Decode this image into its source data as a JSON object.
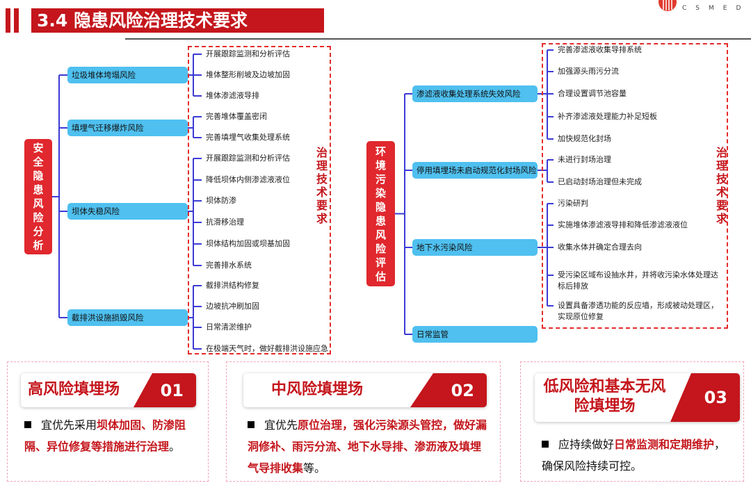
{
  "header": {
    "title": "3.4  隐患风险治理技术要求",
    "logo_text": "CSMED"
  },
  "left": {
    "root": "安全隐患风险分析",
    "side_label": "治理技术要求",
    "groups": [
      {
        "category": "垃圾堆体垮塌风险",
        "items": [
          "开展跟踪监测和分析评估",
          "堆体整形削坡及边坡加固",
          "堆体渗滤液导排"
        ]
      },
      {
        "category": "填埋气迁移爆炸风险",
        "items": [
          "完善堆体覆盖密闭",
          "完善填埋气收集处理系统"
        ]
      },
      {
        "category": "坝体失稳风险",
        "items": [
          "开展跟踪监测和分析评估",
          "降低坝体内侧渗滤液液位",
          "坝体防渗",
          "抗滑移治理",
          "坝体结构加固或坝基加固",
          "完善排水系统"
        ]
      },
      {
        "category": "截排洪设施损毁风险",
        "items": [
          "截排洪结构修复",
          "边坡抗冲刷加固",
          "日常清淤维护",
          "在极端天气时，做好截排洪设施应急"
        ]
      }
    ]
  },
  "right": {
    "root": "环境污染隐患风险评估",
    "side_label": "治理技术要求",
    "groups": [
      {
        "category": "渗滤液收集处理系统失效风险",
        "items": [
          "完善渗滤液收集导排系统",
          "加强源头雨污分流",
          "合理设置调节池容量",
          "补齐渗滤液处理能力补足短板",
          "加快规范化封场"
        ]
      },
      {
        "category": "停用填埋场未启动规范化封场风险",
        "items": [
          "未进行封场治理",
          "已启动封场治理但未完成"
        ]
      },
      {
        "category": "地下水污染风险",
        "items": [
          "污染研判",
          "实施堆体渗滤液导排和降低渗滤液液位",
          "收集水体并确定合理去向",
          "受污染区域布设抽水井，并将收污染水体处理达标后排放",
          "设置具备渗透功能的反应墙，形成被动处理区，实现原位修复"
        ]
      },
      {
        "category": "日常监管",
        "items": []
      }
    ]
  },
  "cards": [
    {
      "title": "高风险填埋场",
      "number": "01",
      "text": [
        {
          "t": "宜优先采用",
          "hl": false
        },
        {
          "t": "坝体加固、防渗阻隔、异位修复等措施进行治理",
          "hl": true
        },
        {
          "t": "。",
          "hl": false
        }
      ]
    },
    {
      "title": "中风险填埋场",
      "number": "02",
      "text": [
        {
          "t": "宜优先",
          "hl": false
        },
        {
          "t": "原位治理，强化污染源头管控，做好漏洞修补、雨污分流、地下水导排、渗沥液及填埋气导排收集",
          "hl": true
        },
        {
          "t": "等。",
          "hl": false
        }
      ]
    },
    {
      "title": "低风险和基本无风险填埋场",
      "number": "03",
      "text": [
        {
          "t": "应持续做好",
          "hl": false
        },
        {
          "t": "日常监测和定期维护",
          "hl": true
        },
        {
          "t": "，确保风险持续可控。",
          "hl": false
        }
      ]
    }
  ],
  "colors": {
    "accent": "#c4161c",
    "category": "#4fc0ef",
    "connector": "#3a3ad6",
    "dash": "#e52a2a"
  }
}
